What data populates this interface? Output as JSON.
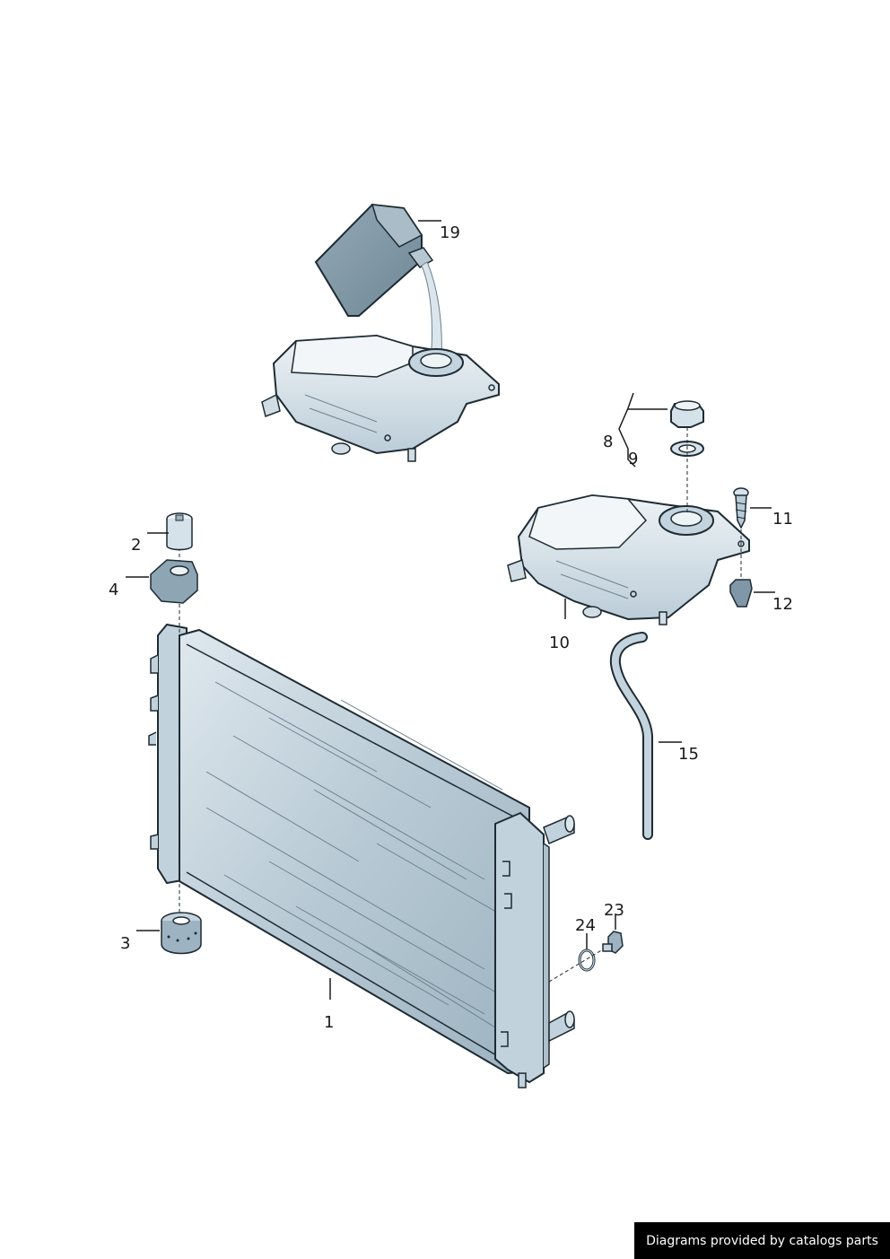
{
  "colors": {
    "part_fill": "#c9d8e2",
    "part_fill_dark": "#8ea5b3",
    "part_fill_light": "#e4edf2",
    "outline": "#1e2b33",
    "radiator_core": "#a9bfcc",
    "footer_bg": "#000000",
    "footer_text": "#ffffff"
  },
  "callouts": {
    "c1": "1",
    "c2": "2",
    "c3": "3",
    "c4": "4",
    "c8": "8",
    "c9": "9",
    "c10": "10",
    "c11": "11",
    "c12": "12",
    "c15": "15",
    "c19": "19",
    "c23": "23",
    "c24": "24"
  },
  "footer": {
    "credit": "Diagrams provided by catalogs parts"
  }
}
